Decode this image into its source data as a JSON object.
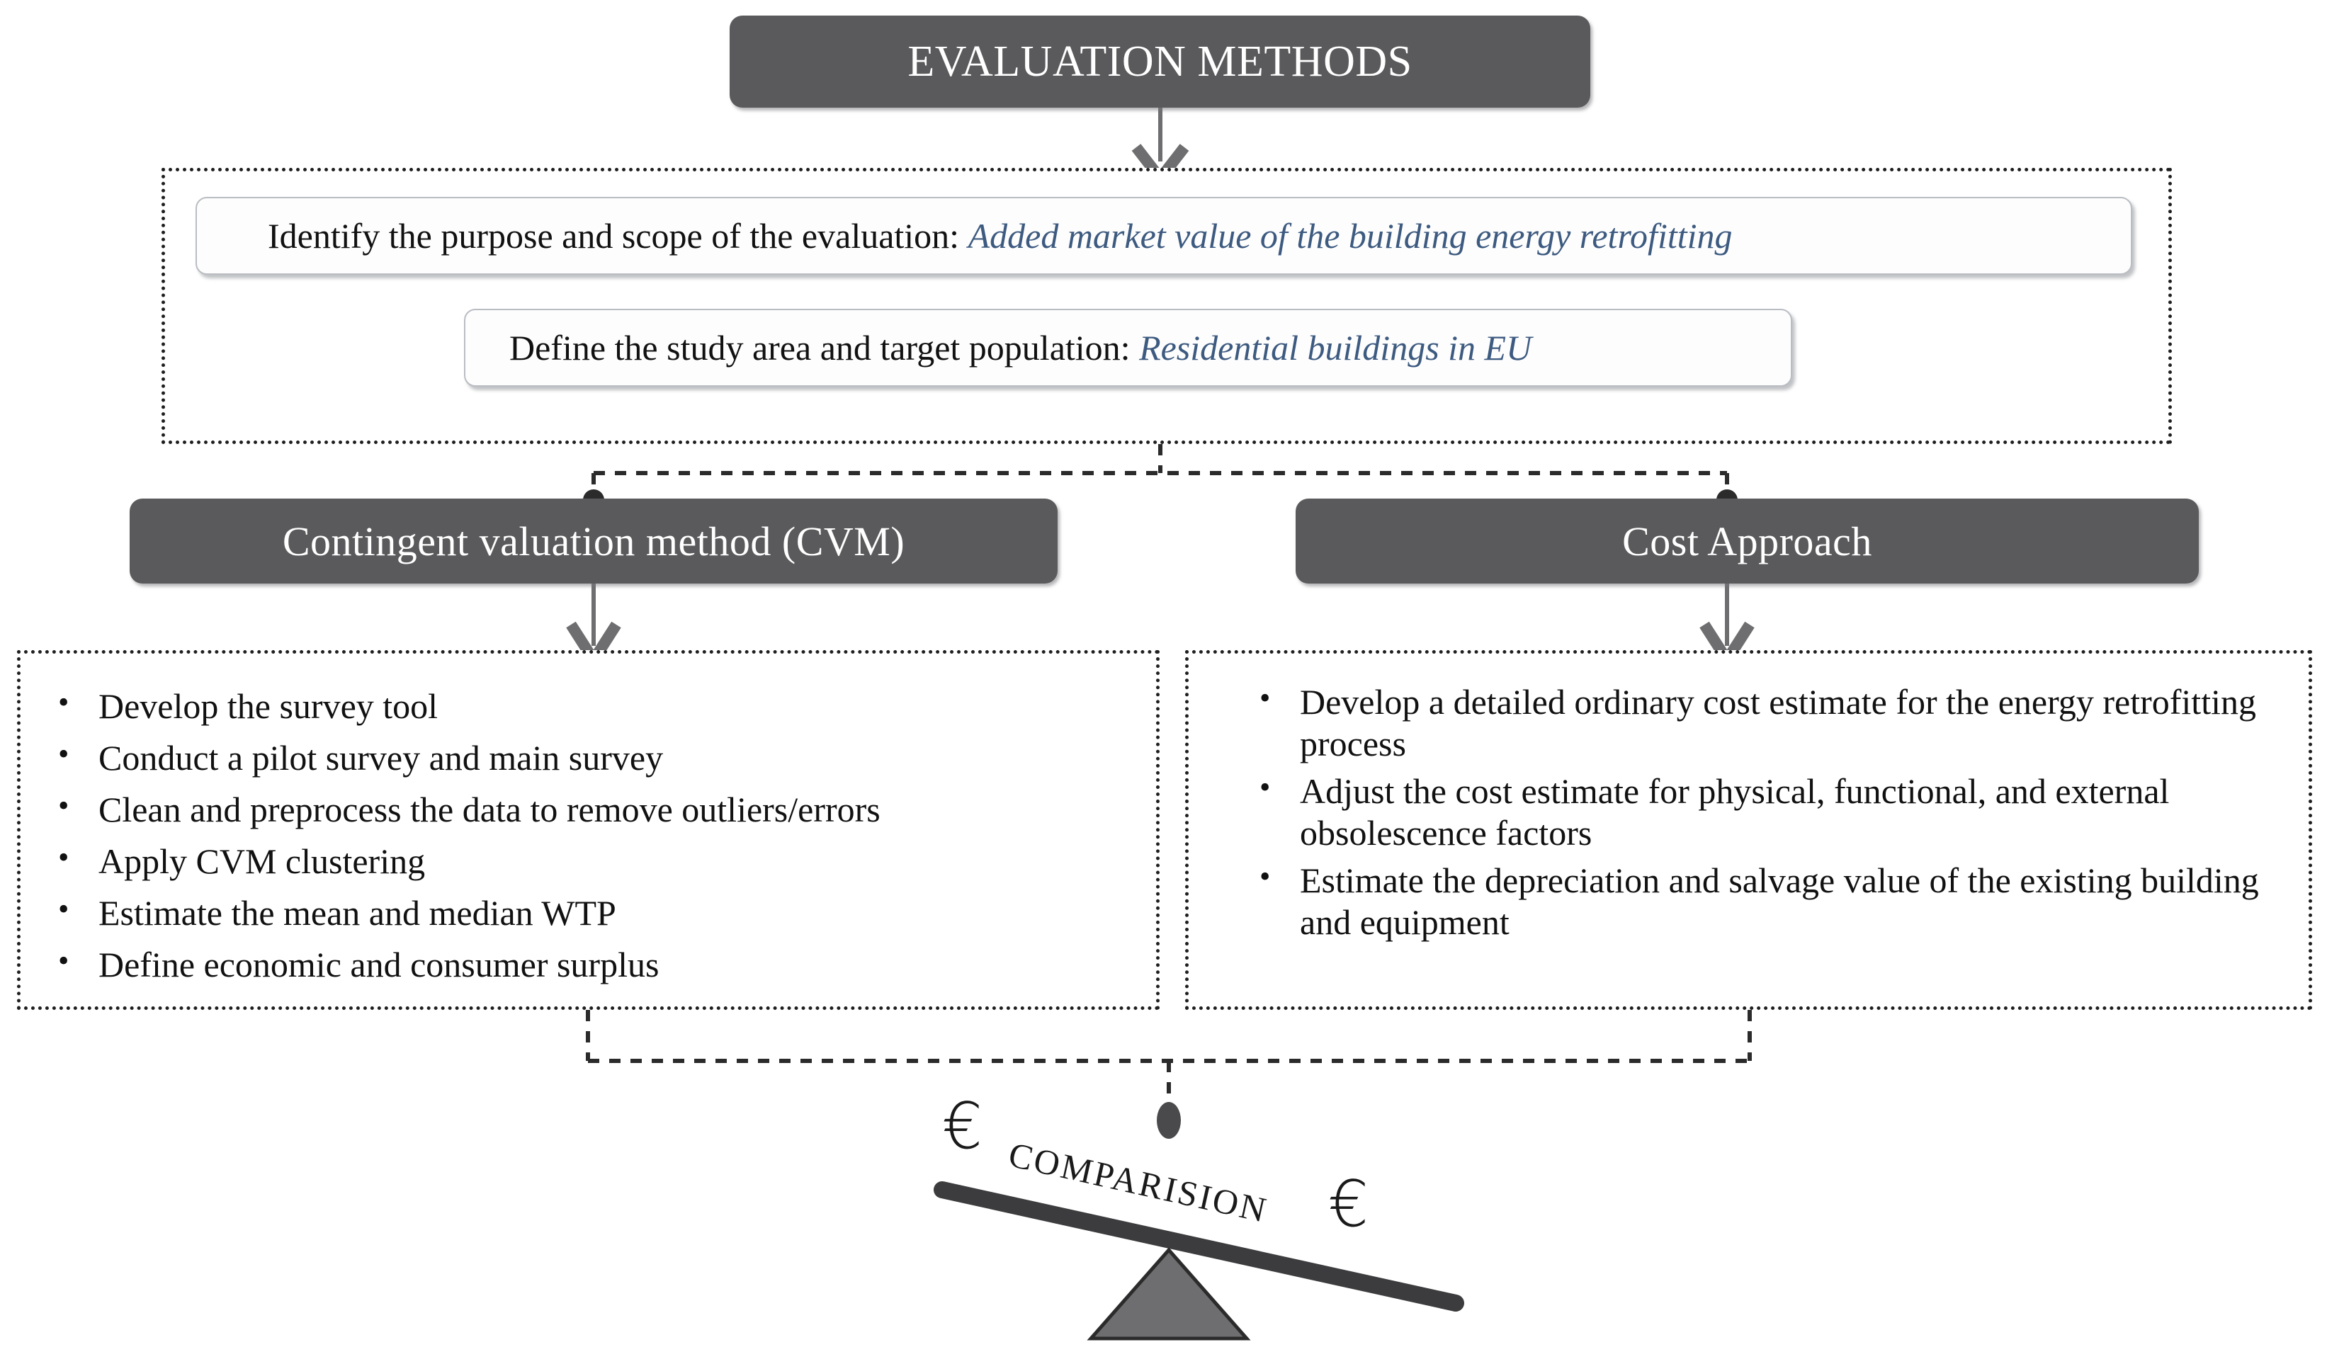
{
  "diagram": {
    "title": "EVALUATION METHODS",
    "scope": {
      "purpose": {
        "label": "Identify the purpose and scope of the evaluation:",
        "value": "Added market value of the building energy retrofitting"
      },
      "study_area": {
        "label": "Define the study area and target population:",
        "value": "Residential buildings in EU"
      }
    },
    "methods": {
      "left": {
        "title": "Contingent valuation method (CVM)",
        "steps": [
          "Develop the survey tool",
          "Conduct a pilot survey and main survey",
          "Clean and preprocess the data to remove outliers/errors",
          "Apply CVM clustering",
          "Estimate the mean and median WTP",
          "Define economic and consumer surplus"
        ]
      },
      "right": {
        "title": "Cost Approach",
        "steps": [
          "Develop a detailed ordinary cost estimate for the energy retrofitting process",
          "Adjust the cost estimate for physical, functional, and external obsolescence factors",
          "Estimate the depreciation and salvage value of the existing building and equipment"
        ]
      }
    },
    "comparison": {
      "label": "COMPARISION",
      "currency_left": "€",
      "currency_right": "€"
    },
    "colors": {
      "box_fill": "#5a5a5c",
      "box_text": "#ffffff",
      "accent_italic": "#3d5a80",
      "body_text": "#111111",
      "border_dotted": "#1f1f1f",
      "connector": "#5a5a5c",
      "scale": "#3c3c3e",
      "fulcrum": "#6e6e70"
    }
  }
}
